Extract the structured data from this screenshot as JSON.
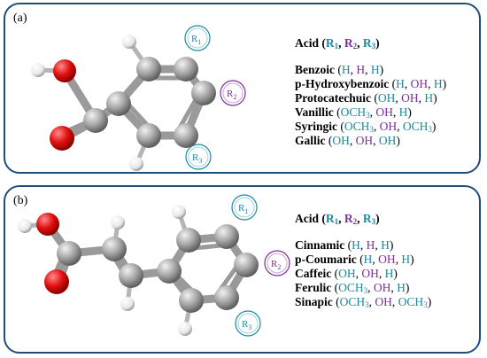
{
  "panel_a": {
    "tag": "(a)",
    "r_labels": {
      "r1": "R",
      "r1_sub": "1",
      "r2": "R",
      "r2_sub": "2",
      "r3": "R",
      "r3_sub": "3"
    },
    "legend": {
      "title": "Acid",
      "header_values": [
        "R1",
        "R2",
        "R3"
      ],
      "rows": [
        {
          "name": "Benzoic",
          "r1": "H",
          "r2": "H",
          "r3": "H"
        },
        {
          "name": "p-Hydroxybenzoic",
          "r1": "H",
          "r2": "OH",
          "r3": "H"
        },
        {
          "name": "Protocatechuic",
          "r1": "OH",
          "r2": "OH",
          "r3": "H"
        },
        {
          "name": "Vanillic",
          "r1": "OCH3",
          "r2": "OH",
          "r3": "H"
        },
        {
          "name": "Syringic",
          "r1": "OCH3",
          "r2": "OH",
          "r3": "OCH3"
        },
        {
          "name": "Gallic",
          "r1": "OH",
          "r2": "OH",
          "r3": "OH"
        }
      ]
    }
  },
  "panel_b": {
    "tag": "(b)",
    "r_labels": {
      "r1": "R",
      "r1_sub": "1",
      "r2": "R",
      "r2_sub": "2",
      "r3": "R",
      "r3_sub": "3"
    },
    "legend": {
      "title": "Acid",
      "header_values": [
        "R1",
        "R2",
        "R3"
      ],
      "rows": [
        {
          "name": "Cinnamic",
          "r1": "H",
          "r2": "H",
          "r3": "H"
        },
        {
          "name": "p-Coumaric",
          "r1": "H",
          "r2": "OH",
          "r3": "H"
        },
        {
          "name": "Caffeic",
          "r1": "OH",
          "r2": "OH",
          "r3": "H"
        },
        {
          "name": "Ferulic",
          "r1": "OCH3",
          "r2": "OH",
          "r3": "H"
        },
        {
          "name": "Sinapic",
          "r1": "OCH3",
          "r2": "OH",
          "r3": "OCH3"
        }
      ]
    }
  },
  "colors": {
    "border": "#1f4e79",
    "r1_r3": "#1b8aa0",
    "r2": "#7b2f9e",
    "carbon": "#9a9a9a",
    "oxygen": "#e01010",
    "hydrogen": "#ffffff"
  }
}
